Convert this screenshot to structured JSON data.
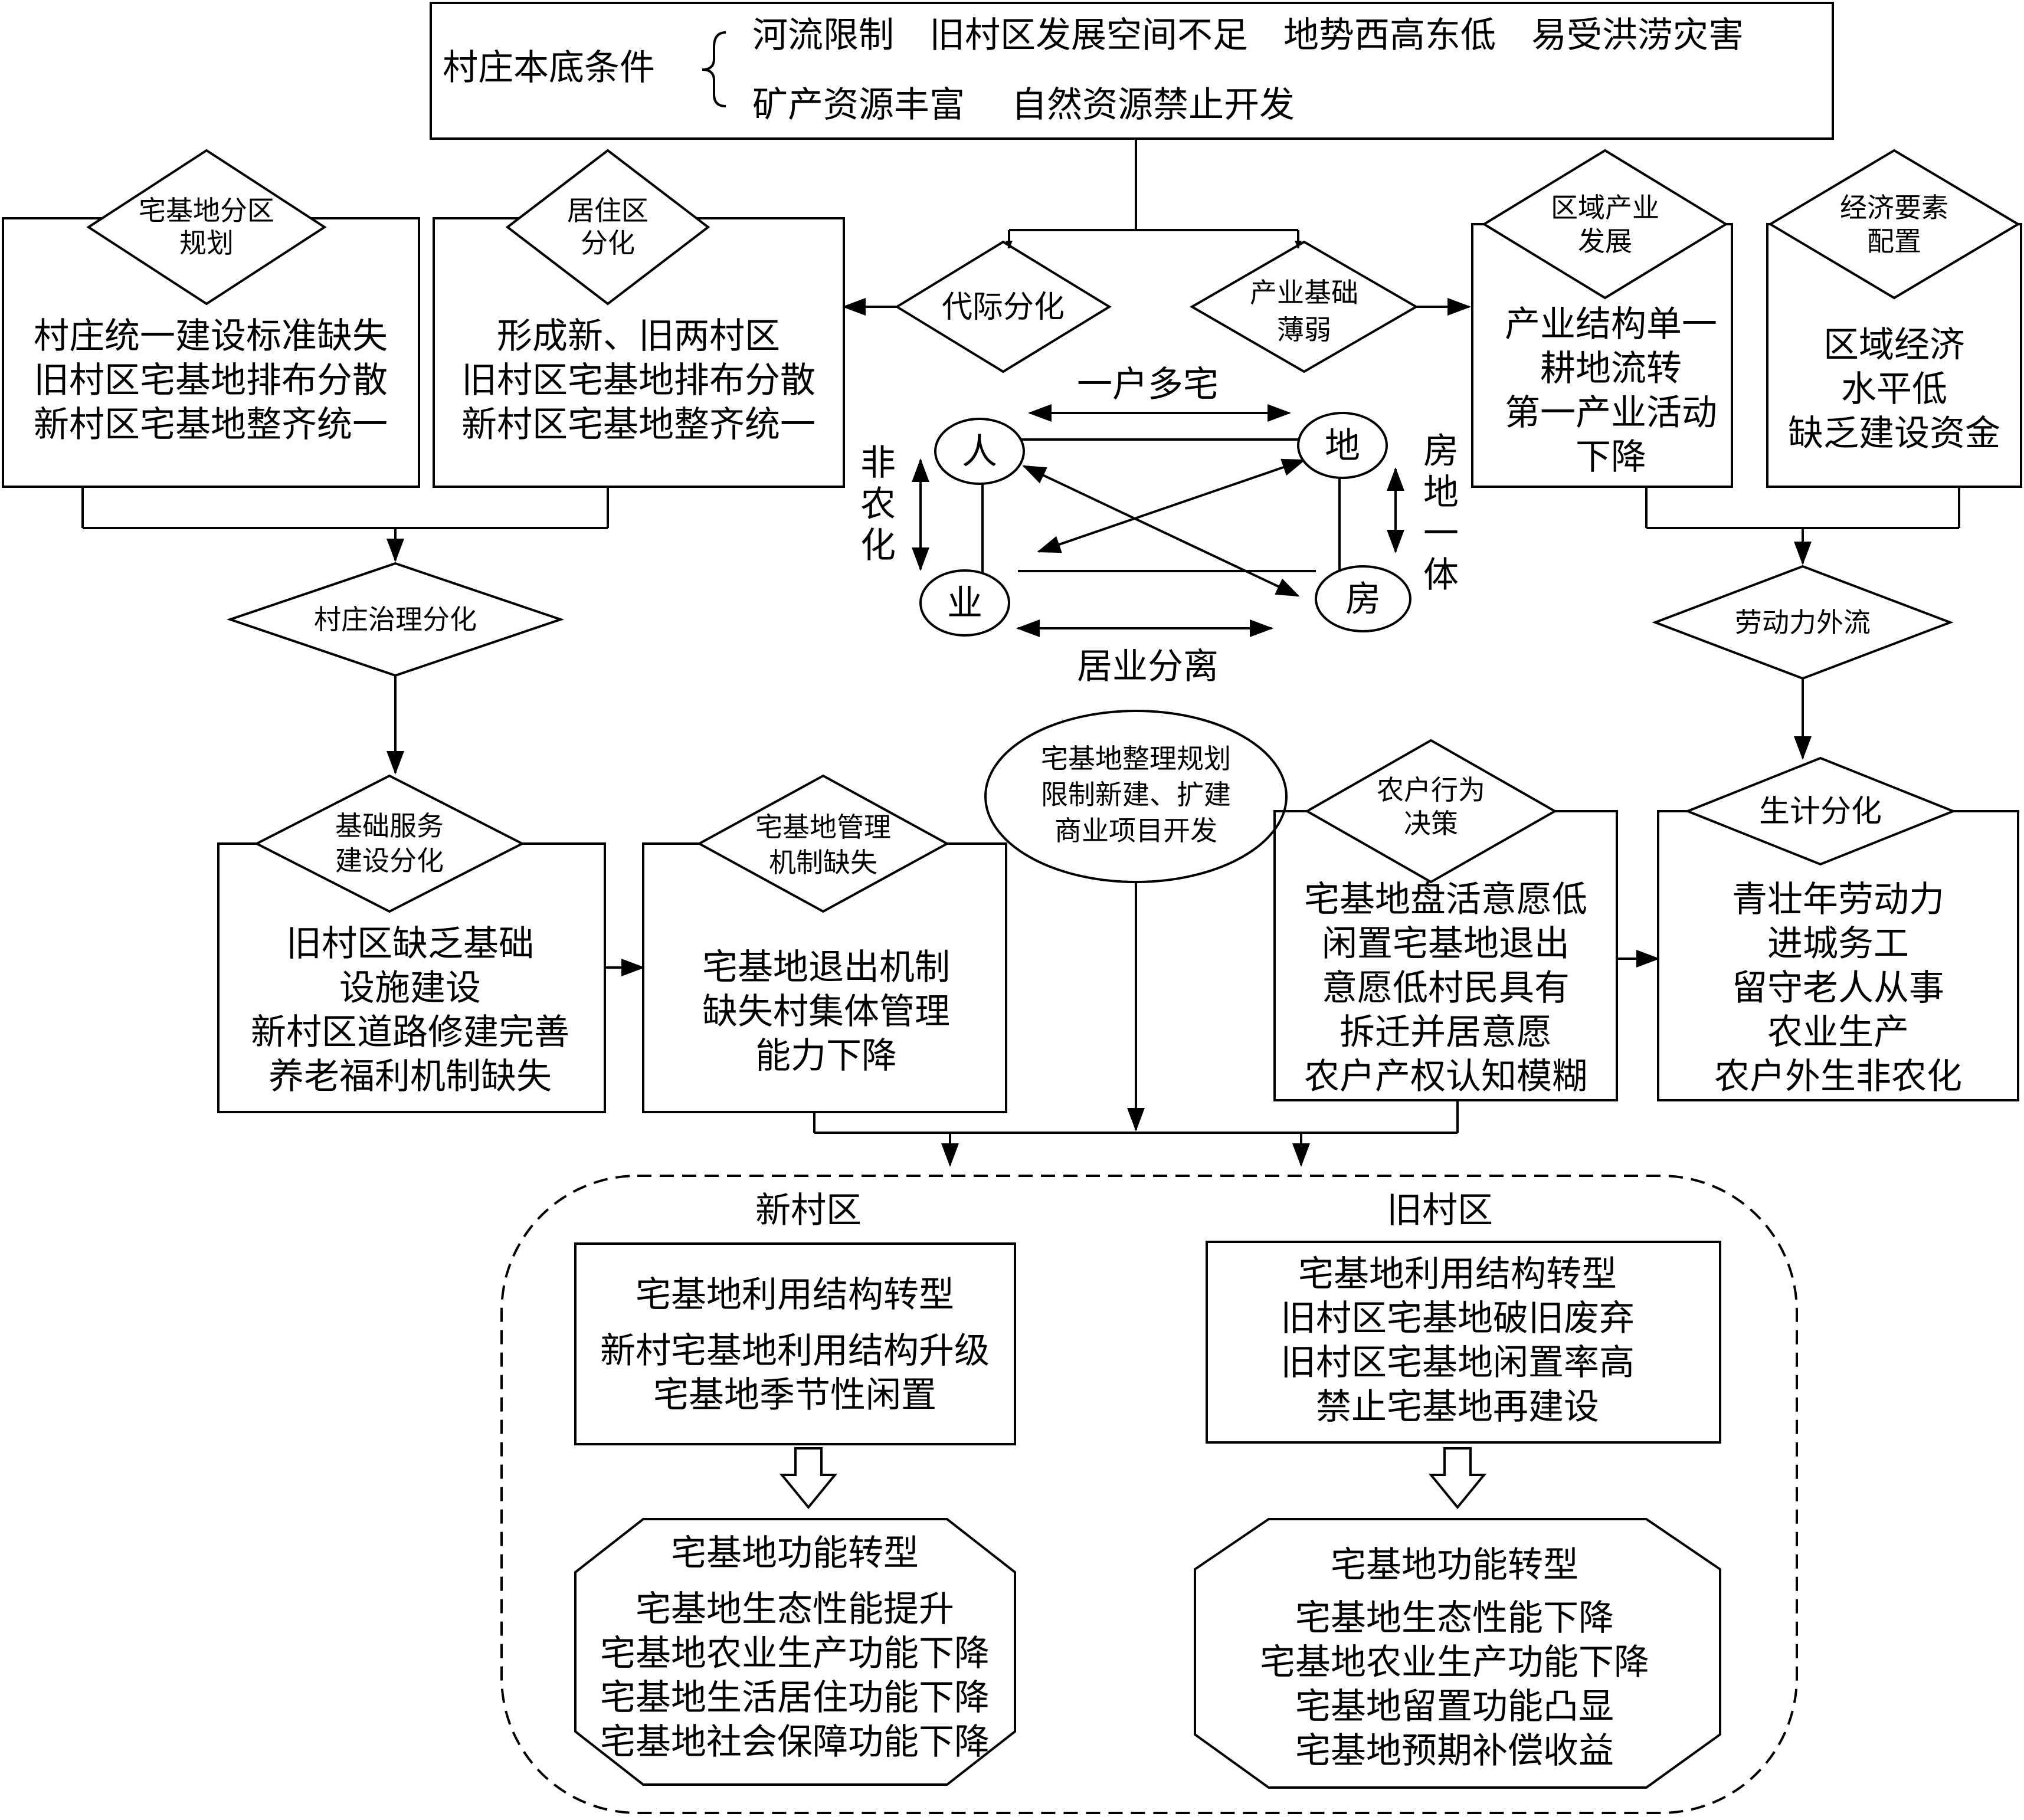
{
  "top": {
    "label": "村庄本底条件",
    "line1": "河流限制　旧村区发展空间不足　地势西高东低　易受洪涝灾害",
    "line2": "矿产资源丰富　 自然资源禁止开发"
  },
  "mid_diamonds": {
    "left": "代际分化",
    "right": [
      "产业基础",
      "薄弱"
    ]
  },
  "boxes": {
    "zoning": {
      "diamond": [
        "宅基地分区",
        "规划"
      ],
      "lines": [
        "村庄统一建设标准缺失",
        "旧村区宅基地排布分散",
        "新村区宅基地整齐统一"
      ]
    },
    "residence": {
      "diamond": [
        "居住区",
        "分化"
      ],
      "lines": [
        "形成新、旧两村区",
        "旧村区宅基地排布分散",
        "新村区宅基地整齐统一"
      ]
    },
    "industry": {
      "diamond": [
        "区域产业",
        "发展"
      ],
      "lines": [
        "产业结构单一",
        "耕地流转",
        "第一产业活动",
        "下降"
      ]
    },
    "economy": {
      "diamond": [
        "经济要素",
        "配置"
      ],
      "lines": [
        "区域经济",
        "水平低",
        "缺乏建设资金"
      ]
    },
    "infra": {
      "diamond": [
        "基础服务",
        "建设分化"
      ],
      "lines": [
        "旧村区缺乏基础",
        "设施建设",
        "新村区道路修建完善",
        "养老福利机制缺失"
      ]
    },
    "mgmt": {
      "diamond": [
        "宅基地管理",
        "机制缺失"
      ],
      "lines": [
        "宅基地退出机制",
        "缺失村集体管理",
        "能力下降"
      ]
    },
    "farmer": {
      "diamond": [
        "农户行为",
        "决策"
      ],
      "lines": [
        "宅基地盘活意愿低",
        "闲置宅基地退出",
        "意愿低村民具有",
        "拆迁并居意愿",
        "农户产权认知模糊"
      ]
    },
    "livelihood": {
      "diamond": [
        "生计分化"
      ],
      "lines": [
        "青壮年劳动力",
        "进城务工",
        "留守老人从事",
        "农业生产",
        "农户外生非农化"
      ]
    }
  },
  "governance": "村庄治理分化",
  "labor": "劳动力外流",
  "ellipse": [
    "宅基地整理规划",
    "限制新建、扩建",
    "商业项目开发"
  ],
  "center": {
    "nodes": {
      "ren": "人",
      "di": "地",
      "ye": "业",
      "fang": "房"
    },
    "top": "一户多宅",
    "bottom": "居业分离",
    "left": [
      "非",
      "农",
      "化"
    ],
    "right": [
      "房",
      "地",
      "一",
      "体"
    ]
  },
  "new_village": {
    "title": "新村区",
    "structure": [
      "宅基地利用结构转型",
      "新村宅基地利用结构升级",
      "宅基地季节性闲置"
    ],
    "function_title": "宅基地功能转型",
    "function": [
      "宅基地生态性能提升",
      "宅基地农业生产功能下降",
      "宅基地生活居住功能下降",
      "宅基地社会保障功能下降"
    ]
  },
  "old_village": {
    "title": "旧村区",
    "structure": [
      "宅基地利用结构转型",
      "旧村区宅基地破旧废弃",
      "旧村区宅基地闲置率高",
      "禁止宅基地再建设"
    ],
    "function_title": "宅基地功能转型",
    "function": [
      "宅基地生态性能下降",
      "宅基地农业生产功能下降",
      "宅基地留置功能凸显",
      "宅基地预期补偿收益"
    ]
  }
}
